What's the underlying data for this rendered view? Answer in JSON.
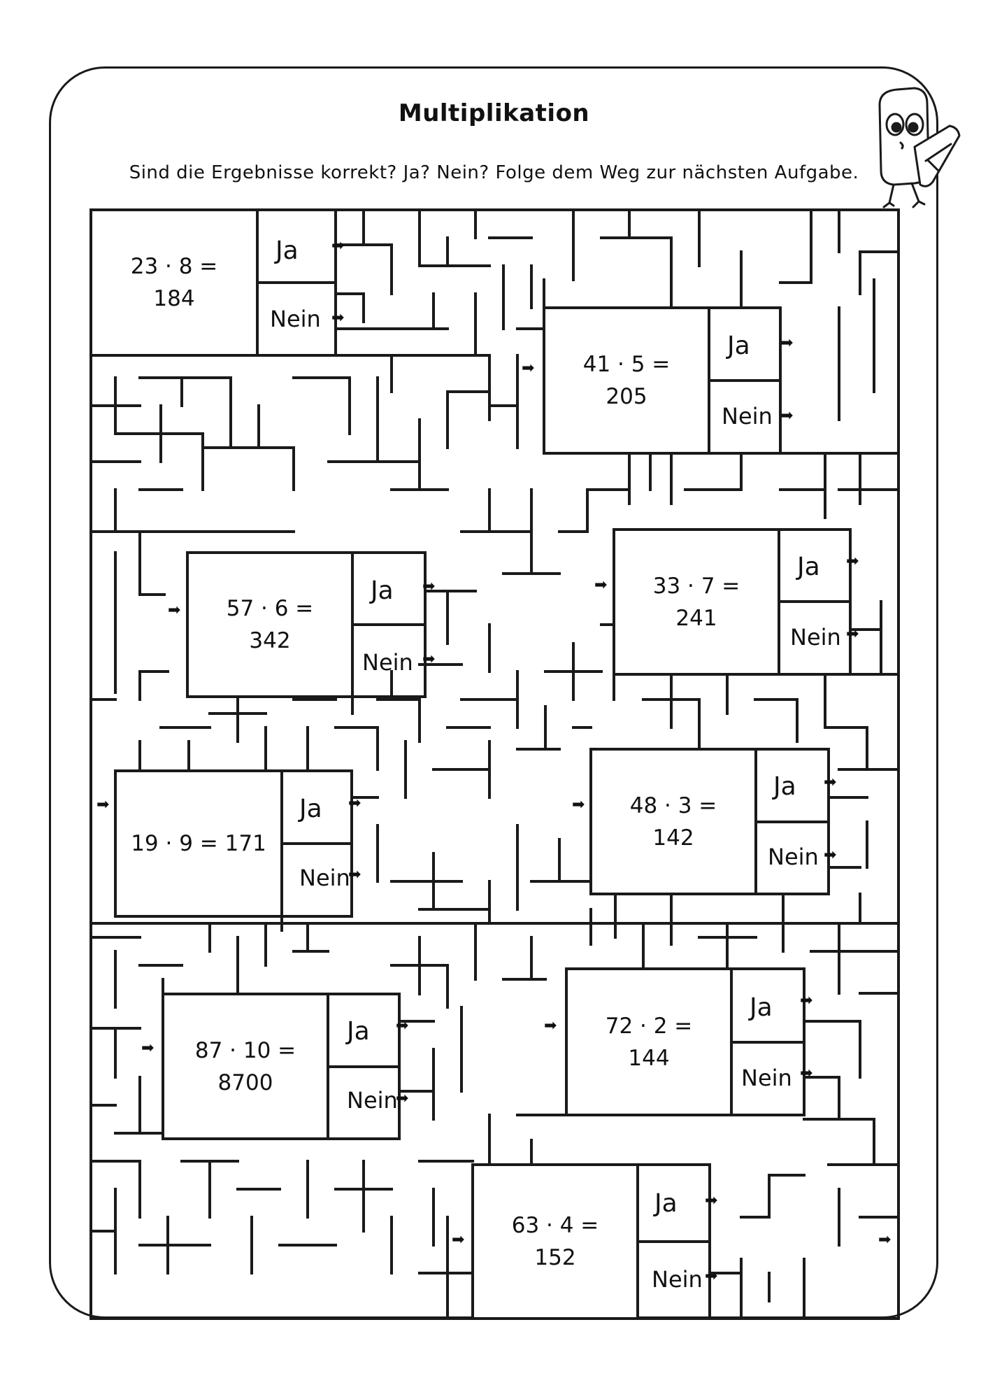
{
  "page": {
    "title": "Multiplikation",
    "instructions": "Sind die Ergebnisse korrekt? Ja? Nein? Folge dem Weg zur nächsten Aufgabe."
  },
  "labels": {
    "yes": "Ja",
    "no": "Nein"
  },
  "arrow_glyph": "➡",
  "tasks": [
    {
      "line1": "23 · 8 =",
      "line2": "184"
    },
    {
      "line1": "41 · 5 =",
      "line2": "205"
    },
    {
      "line1": "57 · 6 =",
      "line2": "342"
    },
    {
      "line1": "33 · 7 =",
      "line2": "241"
    },
    {
      "line1": "19 · 9 = 171",
      "line2": ""
    },
    {
      "line1": "48 · 3 =",
      "line2": "142"
    },
    {
      "line1": "87 · 10 =",
      "line2": "8700"
    },
    {
      "line1": "72 · 2 =",
      "line2": "144"
    },
    {
      "line1": "63 · 4 =",
      "line2": "152"
    }
  ],
  "mascot": "eraser-mascot-icon",
  "colors": {
    "ink": "#1a1a1a",
    "paper": "#ffffff"
  }
}
